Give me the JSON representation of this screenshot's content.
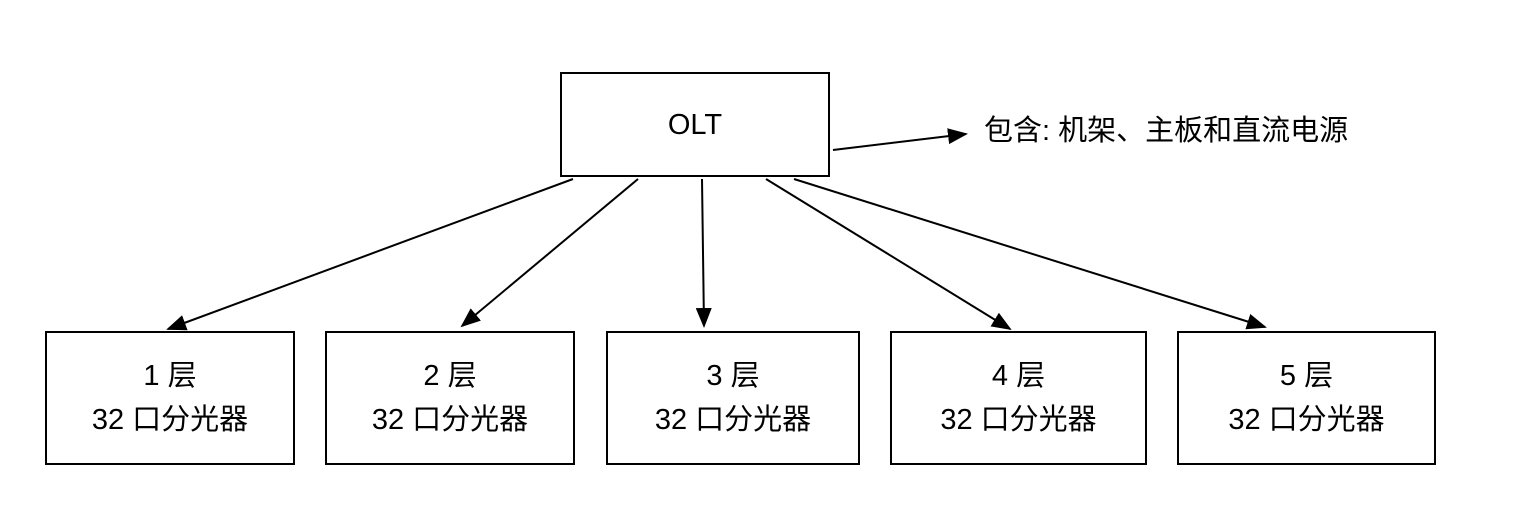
{
  "diagram": {
    "root": {
      "label": "OLT"
    },
    "annotation": {
      "label": "包含: 机架、主板和直流电源"
    },
    "children": [
      {
        "line1": "1 层",
        "line2": "32 口分光器"
      },
      {
        "line1": "2 层",
        "line2": "32 口分光器"
      },
      {
        "line1": "3 层",
        "line2": "32 口分光器"
      },
      {
        "line1": "4 层",
        "line2": "32 口分光器"
      },
      {
        "line1": "5 层",
        "line2": "32 口分光器"
      }
    ],
    "connections": [
      {
        "from": "OLT",
        "to": "1 层 32 口分光器"
      },
      {
        "from": "OLT",
        "to": "2 层 32 口分光器"
      },
      {
        "from": "OLT",
        "to": "3 层 32 口分光器"
      },
      {
        "from": "OLT",
        "to": "4 层 32 口分光器"
      },
      {
        "from": "OLT",
        "to": "5 层 32 口分光器"
      },
      {
        "from": "OLT",
        "to": "包含: 机架、主板和直流电源"
      }
    ],
    "colors": {
      "line": "#000000",
      "text": "#000000",
      "background": "#ffffff"
    }
  }
}
